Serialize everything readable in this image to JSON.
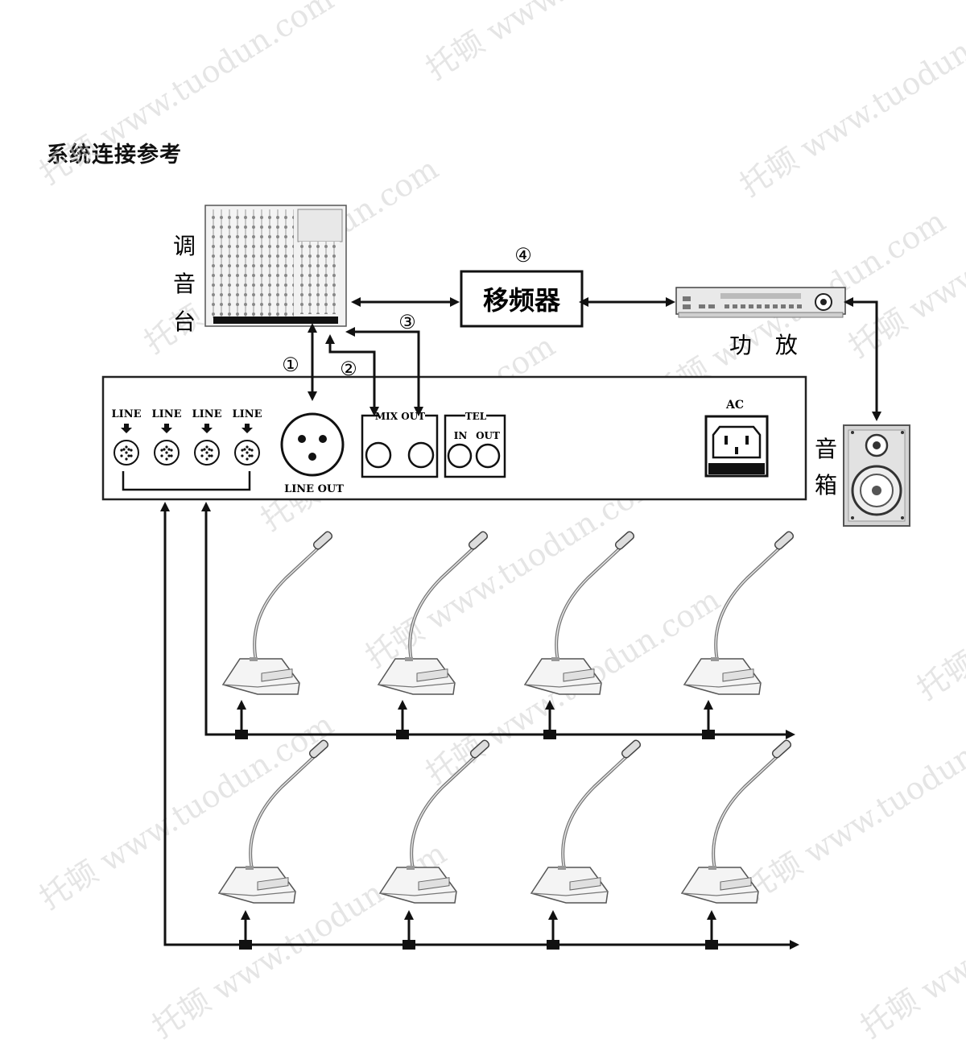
{
  "page": {
    "title": "系统连接参考"
  },
  "devices": {
    "mixer_label": [
      "调",
      "音",
      "台"
    ],
    "frequency_shifter": "移频器",
    "amplifier_label": "功 放",
    "speaker_label": [
      "音",
      "箱"
    ]
  },
  "markers": {
    "m1": "①",
    "m2": "②",
    "m3": "③",
    "m4": "④"
  },
  "host_panel": {
    "line_ports": [
      "LINE",
      "LINE",
      "LINE",
      "LINE"
    ],
    "line_out": "LINE OUT",
    "mix_out": "MIX OUT",
    "tel": "TEL",
    "tel_in": "IN",
    "tel_out": "OUT",
    "ac": "AC"
  },
  "microphones": {
    "rows": 2,
    "per_row": 4
  },
  "watermark": {
    "brand": "托顿",
    "site": "www.tuodun.com"
  },
  "colors": {
    "line": "#111111",
    "panel_stroke": "#222222",
    "watermark": "#cfcfcf"
  }
}
